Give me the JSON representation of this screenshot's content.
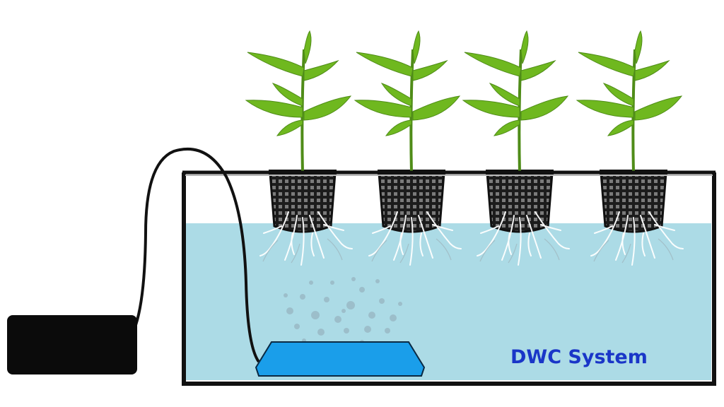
{
  "diagram": {
    "label": "DWC System",
    "colors": {
      "water": "#acdbe6",
      "tank_outline": "#111111",
      "air_pump": "#0b0b0b",
      "air_stone": "#1a9eea",
      "air_tube": "#111111",
      "net_pot": "#1c1c1c",
      "leaf": "#6fb81f",
      "stem": "#4f8c18",
      "roots": "#ffffff",
      "bubbles": "#8fa8b4",
      "label": "#1a36c8"
    },
    "components": [
      "air-pump",
      "air-tube",
      "reservoir-tank",
      "nutrient-water",
      "air-stone",
      "air-bubbles",
      "net-pot",
      "plant",
      "roots"
    ],
    "plant_count": 4
  }
}
